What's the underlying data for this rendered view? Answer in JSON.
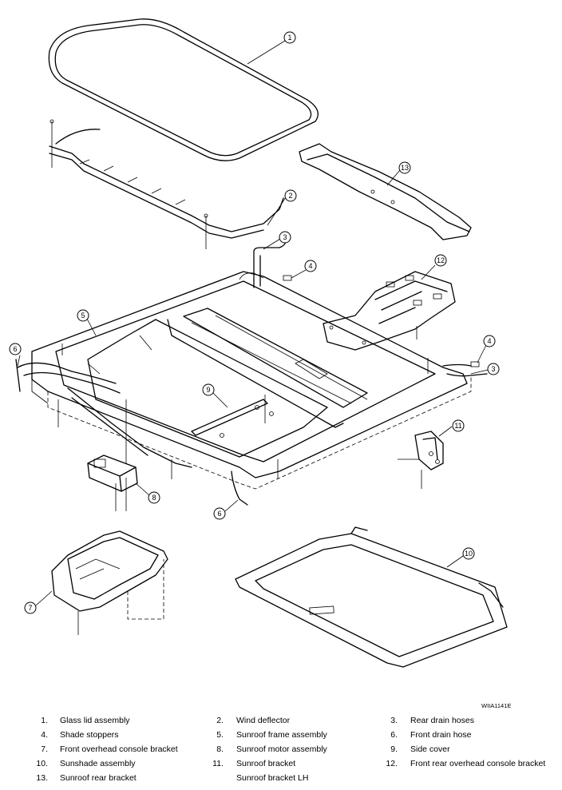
{
  "figure_code": "WIIA1141E",
  "callouts": [
    "1",
    "2",
    "3",
    "3",
    "4",
    "4",
    "5",
    "6",
    "6",
    "7",
    "8",
    "9",
    "10",
    "11",
    "12",
    "13"
  ],
  "legend": [
    {
      "num": "1.",
      "text": "Glass lid assembly"
    },
    {
      "num": "2.",
      "text": "Wind deflector"
    },
    {
      "num": "3.",
      "text": "Rear drain hoses"
    },
    {
      "num": "4.",
      "text": "Shade stoppers"
    },
    {
      "num": "5.",
      "text": "Sunroof frame assembly"
    },
    {
      "num": "6.",
      "text": "Front drain hose"
    },
    {
      "num": "7.",
      "text": "Front overhead console bracket"
    },
    {
      "num": "8.",
      "text": "Sunroof motor assembly"
    },
    {
      "num": "9.",
      "text": "Side cover"
    },
    {
      "num": "10.",
      "text": "Sunshade assembly"
    },
    {
      "num": "11.",
      "text": "Sunroof bracket"
    },
    {
      "num": "12.",
      "text": "Front rear overhead console bracket"
    },
    {
      "num": "13.",
      "text": "Sunroof rear bracket"
    },
    {
      "num": "",
      "text": "Sunroof bracket LH"
    }
  ]
}
